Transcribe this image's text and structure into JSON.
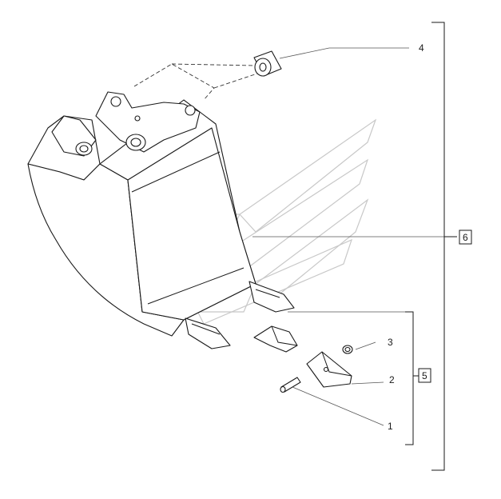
{
  "callouts": [
    {
      "id": "1",
      "label": "1"
    },
    {
      "id": "2",
      "label": "2"
    },
    {
      "id": "3",
      "label": "3"
    },
    {
      "id": "4",
      "label": "4"
    },
    {
      "id": "5",
      "label": "5"
    },
    {
      "id": "6",
      "label": "6"
    }
  ],
  "colors": {
    "line": "#1a1a1a",
    "watermark": "#c8c8c8",
    "background": "#ffffff"
  },
  "parts": [
    "excavator-bucket",
    "bushing",
    "tooth-adapter",
    "bucket-tooth",
    "retainer-pin",
    "lock-washer"
  ]
}
